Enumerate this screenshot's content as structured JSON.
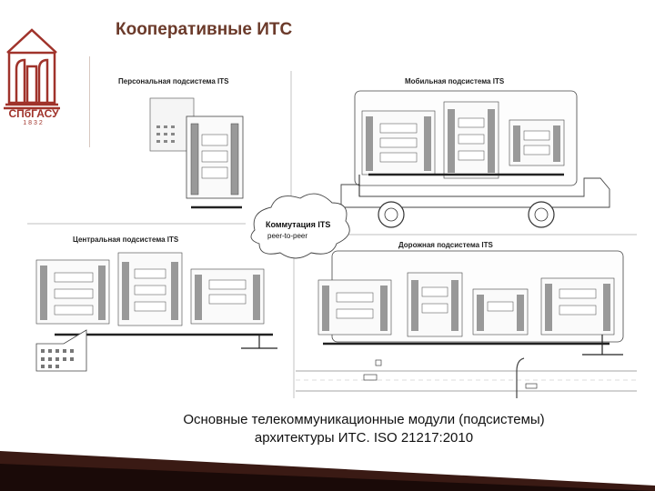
{
  "slide": {
    "title": "Кооперативные ИТС",
    "caption_line1": "Основные телекоммуникационные модули (подсистемы)",
    "caption_line2": "архитектуры ИТС. ISO 21217:2010"
  },
  "logo": {
    "text": "СПбГАСУ",
    "year": "1832",
    "color": "#a0332b"
  },
  "diagram": {
    "personal": "Персональная подсистема ITS",
    "mobile": "Мобильная подсистема ITS",
    "central": "Центральная подсистема ITS",
    "road": "Дорожная подсистема ITS",
    "cloud_title": "Коммутация ITS",
    "cloud_sub": "peer-to-peer"
  },
  "colors": {
    "title": "#6b3a2a",
    "accent_dark": "#3a1a14"
  }
}
